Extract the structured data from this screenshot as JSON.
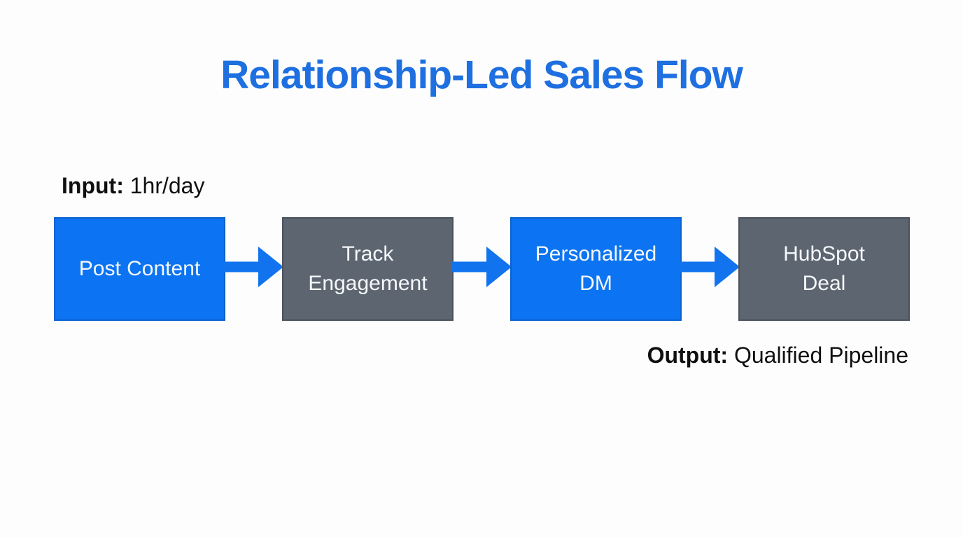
{
  "title": "Relationship-Led Sales Flow",
  "captions": {
    "input": {
      "label": "Input:",
      "value": "1hr/day"
    },
    "output": {
      "label": "Output:",
      "value": "Qualified Pipeline"
    }
  },
  "flow": {
    "nodes": [
      {
        "id": "post-content",
        "label": "Post Content",
        "variant": "blue"
      },
      {
        "id": "track-engagement",
        "label": "Track\nEngagement",
        "variant": "gray"
      },
      {
        "id": "personalized-dm",
        "label": "Personalized\nDM",
        "variant": "blue"
      },
      {
        "id": "hubspot-deal",
        "label": "HubSpot\nDeal",
        "variant": "gray"
      }
    ],
    "edges": [
      {
        "from": "post-content",
        "to": "track-engagement",
        "style": "arrow-right"
      },
      {
        "from": "track-engagement",
        "to": "personalized-dm",
        "style": "arrow-right"
      },
      {
        "from": "personalized-dm",
        "to": "hubspot-deal",
        "style": "arrow-right"
      }
    ]
  },
  "colors": {
    "title-blue": "#1e6fe0",
    "node-blue": "#0c74f2",
    "node-blue-border": "#0a62cf",
    "node-gray": "#5d6570",
    "node-gray-border": "#4b525c",
    "arrow-blue": "#1273ef",
    "text-dark": "#101010",
    "text-light": "#f5f8fb",
    "background": "#fdfdfd"
  }
}
